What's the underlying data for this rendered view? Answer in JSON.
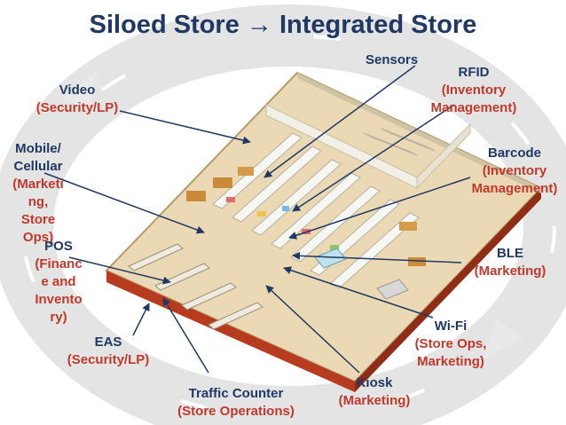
{
  "title": {
    "left": "Siloed Store",
    "arrow": "→",
    "right": "Integrated Store"
  },
  "colors": {
    "title": "#1f3864",
    "name": "#1f3864",
    "sub": "#c0392b",
    "arrow": "#1f3864"
  },
  "labels": {
    "sensors": {
      "name": "Sensors"
    },
    "video": {
      "name": "Video",
      "sub": "(Security/LP)"
    },
    "rfid": {
      "name": "RFID",
      "sub1": "(Inventory",
      "sub2": "Management)"
    },
    "mobile": {
      "name1": "Mobile/",
      "name2": "Cellular",
      "sub1": "(Marketi",
      "sub2": "ng,",
      "sub3": "Store",
      "sub4": "Ops)"
    },
    "barcode": {
      "name": "Barcode",
      "sub1": "(Inventory",
      "sub2": "Management)"
    },
    "pos": {
      "name": "POS",
      "sub1": "(Financ",
      "sub2": "e and",
      "sub3": "Invento",
      "sub4": "ry)"
    },
    "ble": {
      "name": "BLE",
      "sub": "(Marketing)"
    },
    "wifi": {
      "name": "Wi-Fi",
      "sub1": "(Store Ops,",
      "sub2": "Marketing)"
    },
    "eas": {
      "name": "EAS",
      "sub": "(Security/LP)"
    },
    "kiosk": {
      "name": "Kiosk",
      "sub": "(Marketing)"
    },
    "traffic": {
      "name": "Traffic Counter",
      "sub": "(Store Operations)"
    }
  }
}
